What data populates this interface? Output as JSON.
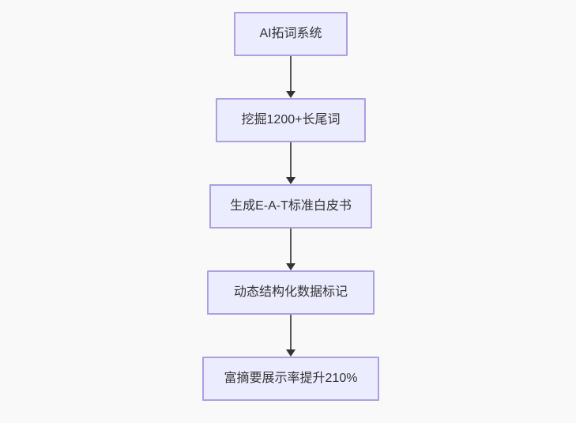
{
  "diagram": {
    "type": "flowchart",
    "direction": "top-down",
    "nodes": [
      {
        "id": "n1",
        "label": "AI拓词系统"
      },
      {
        "id": "n2",
        "label": "挖掘1200+长尾词"
      },
      {
        "id": "n3",
        "label": "生成E-A-T标准白皮书"
      },
      {
        "id": "n4",
        "label": "动态结构化数据标记"
      },
      {
        "id": "n5",
        "label": "富摘要展示率提升210%"
      }
    ],
    "edges": [
      {
        "from": "n1",
        "to": "n2",
        "arrow": "down"
      },
      {
        "from": "n2",
        "to": "n3",
        "arrow": "down"
      },
      {
        "from": "n3",
        "to": "n4",
        "arrow": "down"
      },
      {
        "from": "n4",
        "to": "n5",
        "arrow": "down"
      }
    ],
    "style": {
      "node_fill": "#ECECFF",
      "node_border": "#ACA0DE",
      "node_text": "#333333",
      "arrow_color": "#333333",
      "background": "#F9F9F9"
    }
  }
}
